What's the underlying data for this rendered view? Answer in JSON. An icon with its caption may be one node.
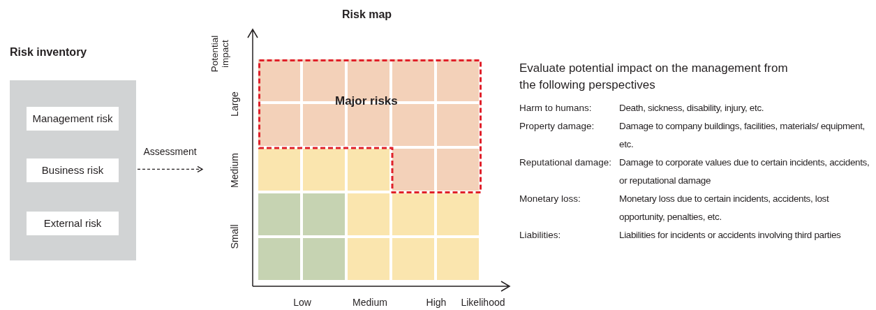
{
  "diagram": {
    "nodes": [
      {
        "text": [
          "Risk inventory"
        ]
      },
      {
        "text": [
          "Management risk"
        ],
        "in": 0
      },
      {
        "text": [
          "Business risk"
        ],
        "in": 0
      },
      {
        "text": [
          "External risk"
        ],
        "in": 0
      },
      {
        "text": [
          "Risk map"
        ]
      },
      {
        "text": [
          "Major risks"
        ],
        "in": 4
      }
    ],
    "edges": [
      {
        "from": 0,
        "to": 4,
        "arrow": "to",
        "label": "Assessment",
        "style": "dashed"
      }
    ],
    "labels": [
      "Potential impact",
      "Large",
      "Medium",
      "Small",
      "Low",
      "Medium",
      "High",
      "Likelihood",
      "Evaluate potential impact on the management from the following perspectives",
      "Harm to humans:",
      "Death, sickness, disability, injury, etc.",
      "Property damage:",
      "Damage to company buildings, facilities, materials/ equipment, etc.",
      "Reputational damage:",
      "Damage to corporate values due to certain incidents, accidents, or reputational damage",
      "Monetary loss:",
      "Monetary loss due to certain incidents, accidents, lost opportunity, penalties, etc.",
      "Liabilities:",
      "Liabilities for incidents or accidents involving third parties"
    ]
  }
}
